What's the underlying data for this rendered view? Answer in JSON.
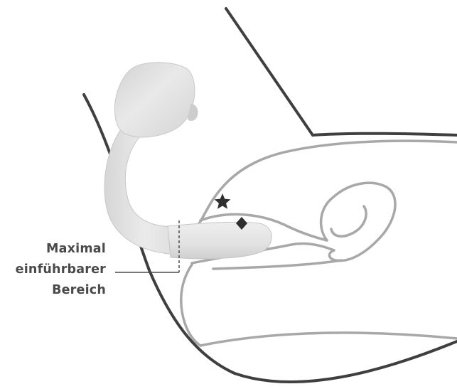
{
  "label": {
    "line1": "Maximal",
    "line2": "einführbarer",
    "line3": "Bereich"
  },
  "markers": {
    "star": "star-icon",
    "diamond": "diamond-icon"
  },
  "colors": {
    "dark_outline": "#3f3f3f",
    "light_outline": "#a8a8a8",
    "device_fill": "#e4e4e4",
    "device_shade": "#c9c9c9",
    "text": "#4a4a4a"
  }
}
